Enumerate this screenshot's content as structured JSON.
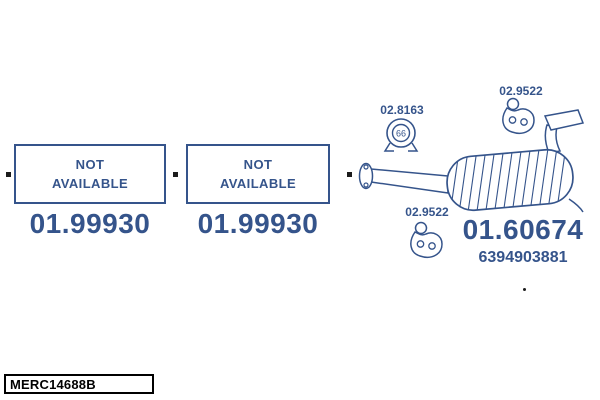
{
  "diagram": {
    "colors": {
      "accent": "#35548B",
      "node": "#1C1C1C",
      "footer_border": "#000000"
    },
    "not_available_boxes": [
      {
        "line1": "NOT",
        "line2": "AVAILABLE",
        "part_number": "01.99930"
      },
      {
        "line1": "NOT",
        "line2": "AVAILABLE",
        "part_number": "01.99930"
      }
    ],
    "clamps": {
      "clamp": {
        "label": "02.8163",
        "badge": "66"
      },
      "hanger_top": {
        "label": "02.9522"
      },
      "hanger_bottom": {
        "label": "02.9522"
      }
    },
    "muffler": {
      "part_number": "01.60674",
      "oem_number": "6394903881"
    },
    "footer_code": "MERC14688B"
  }
}
